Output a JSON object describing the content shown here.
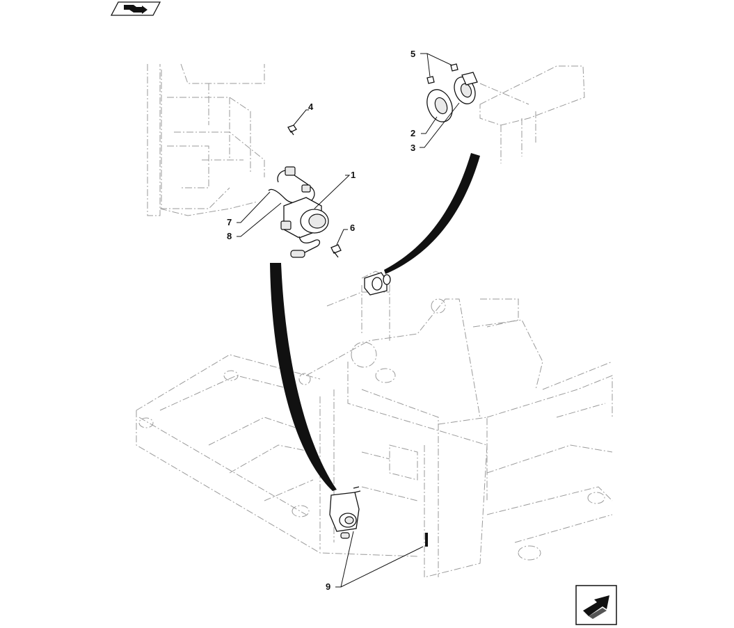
{
  "nav": {
    "prev_icon": "back-arrow-icon",
    "next_icon": "forward-arrow-icon"
  },
  "callouts": [
    {
      "id": "1",
      "label": "1"
    },
    {
      "id": "2",
      "label": "2"
    },
    {
      "id": "3",
      "label": "3"
    },
    {
      "id": "4",
      "label": "4"
    },
    {
      "id": "5",
      "label": "5"
    },
    {
      "id": "6",
      "label": "6"
    },
    {
      "id": "7",
      "label": "7"
    },
    {
      "id": "8",
      "label": "8"
    },
    {
      "id": "9",
      "label": "9"
    }
  ]
}
